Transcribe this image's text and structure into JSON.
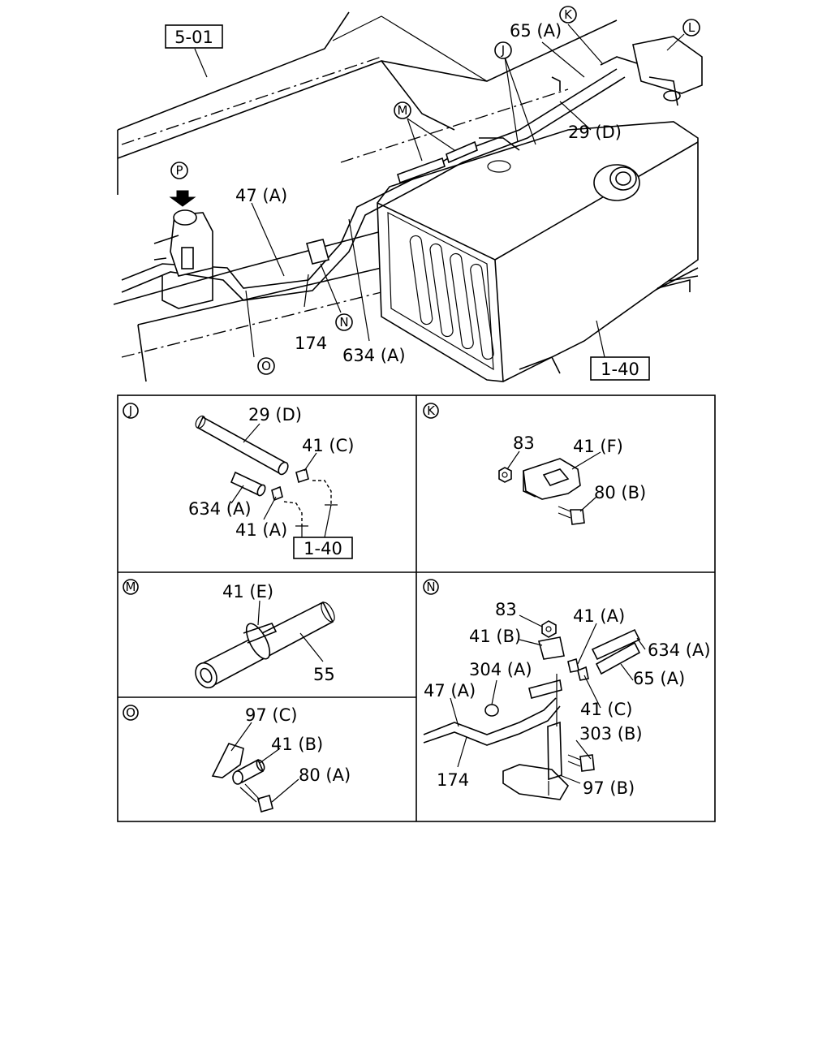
{
  "main": {
    "refs": {
      "r501": "5-01",
      "r140": "1-40"
    },
    "callouts": {
      "J": "J",
      "K": "K",
      "L": "L",
      "M": "M",
      "N": "N",
      "O": "O",
      "P": "P"
    },
    "labels": {
      "l65A": "65 (A)",
      "l29D": "29 (D)",
      "l47A": "47 (A)",
      "l174": "174",
      "l634A": "634 (A)"
    }
  },
  "panels": {
    "J": {
      "letter": "J",
      "l29D": "29 (D)",
      "l41C": "41 (C)",
      "l634A": "634 (A)",
      "l41A": "41 (A)",
      "ref": "1-40"
    },
    "K": {
      "letter": "K",
      "l83": "83",
      "l41F": "41 (F)",
      "l80B": "80 (B)"
    },
    "M": {
      "letter": "M",
      "l41E": "41 (E)",
      "l55": "55"
    },
    "N": {
      "letter": "N",
      "l83": "83",
      "l41A": "41 (A)",
      "l41B": "41 (B)",
      "l634A": "634 (A)",
      "l304A": "304 (A)",
      "l65A": "65 (A)",
      "l47A": "47 (A)",
      "l41C": "41 (C)",
      "l303B": "303 (B)",
      "l174": "174",
      "l97B": "97 (B)"
    },
    "O": {
      "letter": "O",
      "l97C": "97 (C)",
      "l41B": "41 (B)",
      "l80A": "80 (A)"
    }
  }
}
